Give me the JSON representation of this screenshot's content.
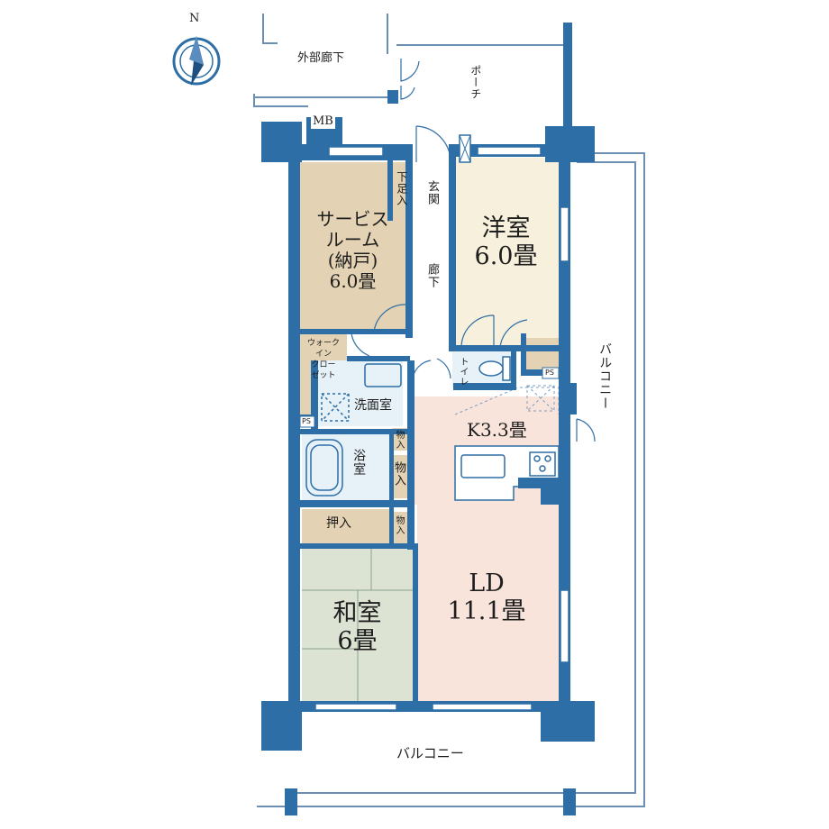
{
  "compass": {
    "north_label": "N"
  },
  "exterior": {
    "corridor": "外部廊下",
    "porch": "ポーチ",
    "balcony_side": "バルコニー",
    "balcony_bottom": "バルコニー",
    "meter_box": "MB",
    "pipe_space_label": "PS"
  },
  "rooms": {
    "service_room": {
      "line1": "サービス",
      "line2": "ルーム",
      "line3": "(納戸)",
      "size": "6.0畳"
    },
    "western_room": {
      "name": "洋室",
      "size": "6.0畳"
    },
    "entrance": "玄関",
    "shoe_box": "下足入",
    "hallway": "廊下",
    "walk_in_closet": {
      "line1": "ウォーク",
      "line2": "イン",
      "line3": "クロー",
      "line4": "ゼット"
    },
    "washroom": "洗面室",
    "toilet": "トイレ",
    "bathroom": "浴室",
    "storage": "物入",
    "closet": "押入",
    "kitchen": "K3.3畳",
    "living_dining": {
      "name": "LD",
      "size": "11.1畳"
    },
    "japanese_room": {
      "name": "和室",
      "size": "6畳"
    }
  },
  "colors": {
    "wall": "#2e6ea6",
    "service_room": "#e3d2b3",
    "western_room": "#f7f0dc",
    "living_dining": "#f9e4dc",
    "japanese_room": "#dde3d3",
    "wet_area": "#e6f1f8",
    "storage": "#e3d2b3",
    "hallway": "#ffffff"
  }
}
